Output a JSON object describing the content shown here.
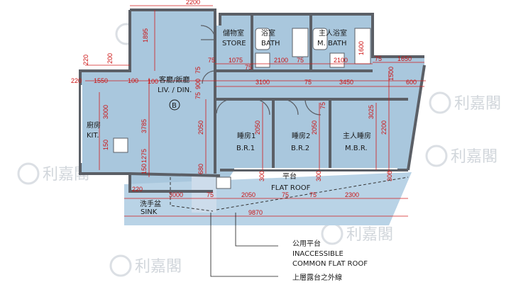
{
  "rooms": {
    "living": {
      "zh": "客廳/飯廳",
      "en": "LIV. / DIN."
    },
    "unit_badge": "B",
    "store": {
      "zh": "儲物室",
      "en": "STORE"
    },
    "bath": {
      "zh": "浴室",
      "en": "BATH"
    },
    "mbath": {
      "zh": "主人浴室",
      "en": "M. BATH"
    },
    "kitchen": {
      "zh": "廚房",
      "en": "KIT."
    },
    "br1": {
      "zh": "睡房1",
      "en": "B.R.1"
    },
    "br2": {
      "zh": "睡房2",
      "en": "B.R.2"
    },
    "mbr": {
      "zh": "主人睡房",
      "en": "M.B.R."
    },
    "flat_roof": {
      "zh": "平台",
      "en": "FLAT ROOF"
    },
    "sink": {
      "zh": "洗手盆",
      "en": "SINK"
    }
  },
  "dimensions": {
    "top_2200": "2200",
    "store_1895": "1895",
    "v_220": "220",
    "v_200": "200",
    "h_220_left": "220",
    "h_1550": "1550",
    "h_100_kit": "100",
    "h_75_a": "75",
    "h_1075": "1075",
    "h_75_b": "75",
    "h_2100_a": "2100",
    "h_75_c": "75",
    "h_2100_b": "2100",
    "v_1600": "1600",
    "h_75_d": "75",
    "h_1650": "1650",
    "h_100_liv": "100",
    "v_75_liv": "75",
    "v_900": "900",
    "v_75_liv2": "75",
    "h_3100": "3100",
    "h_75_e": "75",
    "h_3450": "3450",
    "h_600": "600",
    "v_1500": "1500",
    "v_3000_kit": "3000",
    "v_3785": "3785",
    "v_2050_liv": "2050",
    "v_2050_br1": "2050",
    "v_2050_br2": "2050",
    "v_3025": "3025",
    "v_2200_mbr": "2200",
    "v_75_br2": "75",
    "v_1275": "1275",
    "v_150_kit": "150",
    "v_150_b": "150",
    "v_680": "680",
    "v_300_a": "300",
    "v_300_b": "300",
    "v_300_c": "300",
    "h_220_bot": "220",
    "h_3000": "3000",
    "h_75_f": "75",
    "h_2050": "2050",
    "h_75_g": "75",
    "h_2300": "2300",
    "h_75_h": "75",
    "h_9870": "9870"
  },
  "notes": {
    "common_zh": "公用平台",
    "common_en1": "INACCESSIBLE",
    "common_en2": "COMMON FLAT ROOF",
    "upper_zh": "上層露台之外線"
  },
  "watermark": {
    "text": "利嘉閣"
  },
  "colors": {
    "floor": "#a9c7dd",
    "wall": "#5b5f66",
    "dimension": "#d21c1c",
    "roof": "#b9d3e6"
  }
}
